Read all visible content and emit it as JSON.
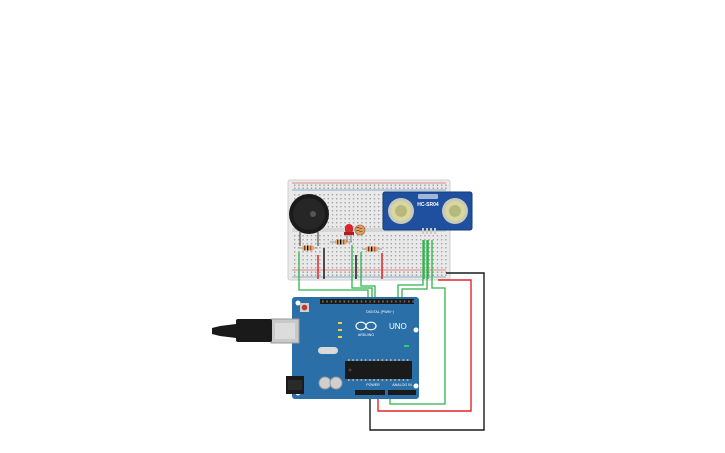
{
  "circuit": {
    "sensor_label": "HC-SR04",
    "board_logo_text": "UNO",
    "board_brand": "ARDUINO",
    "digital_header_label": "DIGITAL (PWM~)",
    "power_label": "POWER",
    "analog_label": "ANALOG IN"
  },
  "colors": {
    "breadboard": "#e9e9e9",
    "board_blue": "#2a6fa8",
    "sensor_blue": "#1f4f9f",
    "wire_green": "#2fb34a",
    "wire_red": "#e0262b",
    "wire_black": "#1a1a1a"
  },
  "icons": {
    "buzzer": "piezo-buzzer-icon",
    "led": "led-icon",
    "ldr": "photoresistor-icon",
    "usb": "usb-cable-icon",
    "power_jack": "dc-jack-icon"
  }
}
